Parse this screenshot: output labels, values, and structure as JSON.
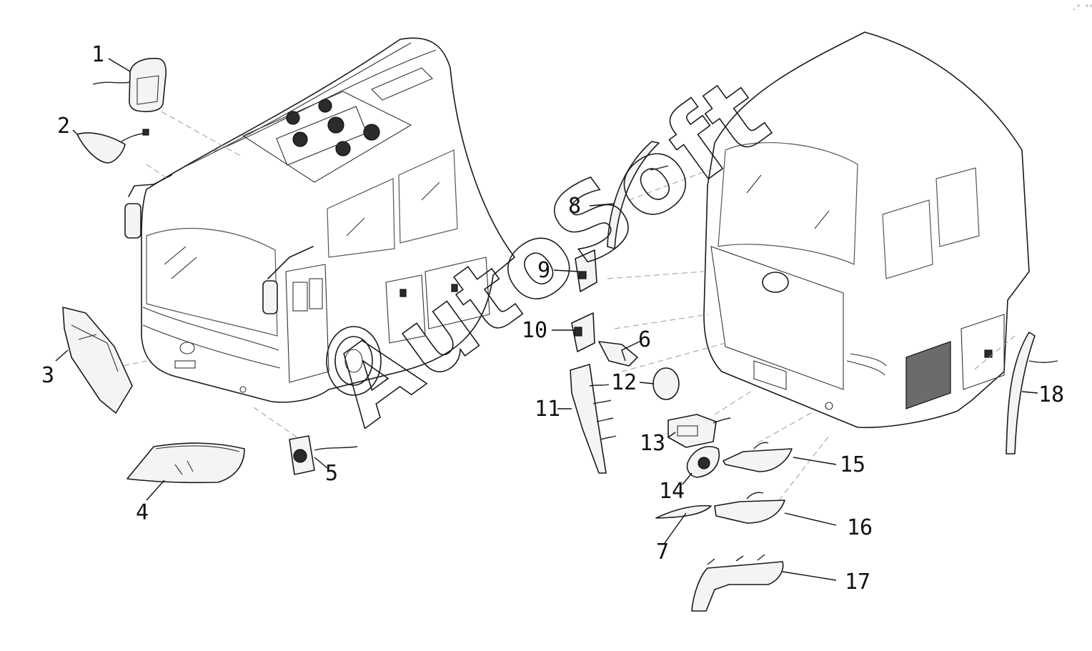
{
  "callouts": {
    "c1": "1",
    "c2": "2",
    "c3": "3",
    "c4": "4",
    "c5": "5",
    "c6": "6",
    "c7": "7",
    "c8": "8",
    "c9": "9",
    "c10": "10",
    "c11": "11",
    "c12": "12",
    "c13": "13",
    "c14": "14",
    "c15": "15",
    "c16": "16",
    "c17": "17",
    "c18": "18"
  },
  "watermark": {
    "text": "AutoSoft"
  },
  "corner_mark": ".° °°°"
}
